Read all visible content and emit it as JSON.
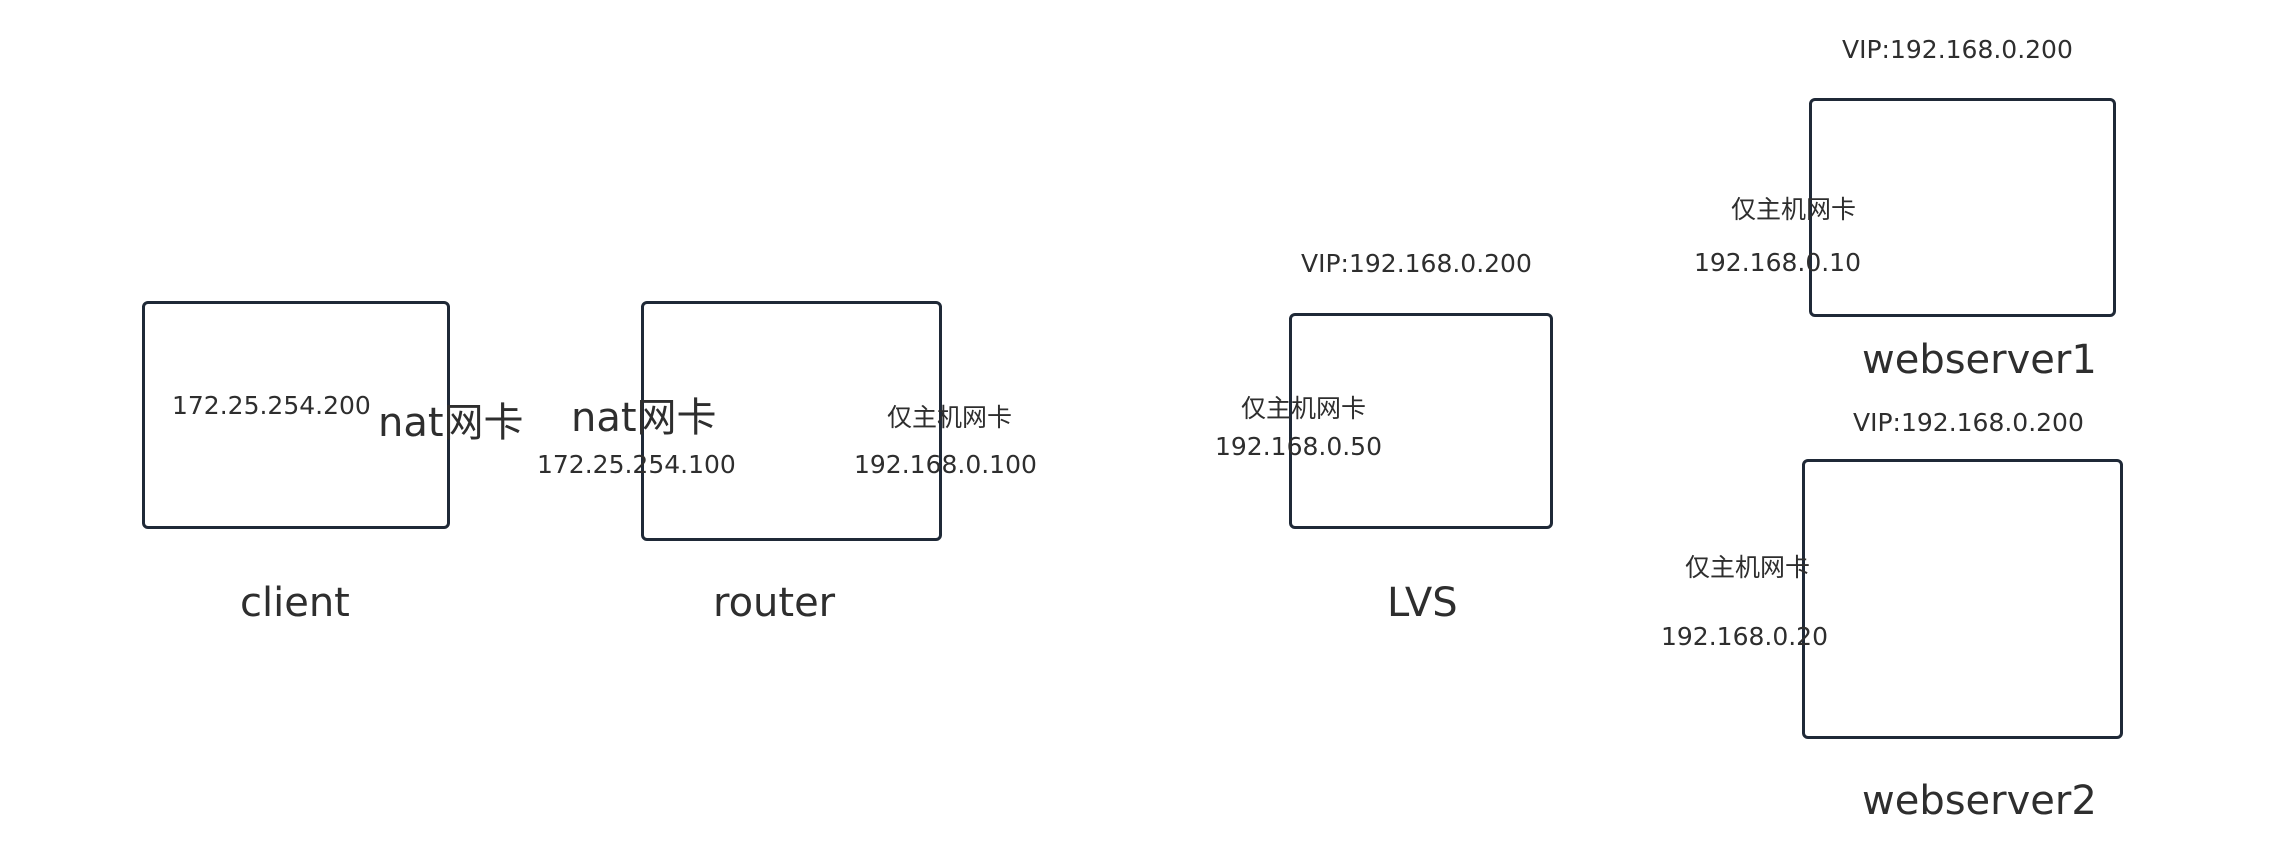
{
  "client": {
    "label": "client",
    "ip": "172.25.254.200",
    "nic": "nat网卡"
  },
  "router": {
    "label": "router",
    "nat_nic": "nat网卡",
    "nat_ip": "172.25.254.100",
    "host_only_nic": "仅主机网卡",
    "host_only_ip": "192.168.0.100"
  },
  "lvs": {
    "label": "LVS",
    "vip": "VIP:192.168.0.200",
    "nic": "仅主机网卡",
    "ip": "192.168.0.50"
  },
  "webserver1": {
    "label": "webserver1",
    "vip": "VIP:192.168.0.200",
    "nic": "仅主机网卡",
    "ip": "192.168.0.10"
  },
  "webserver2": {
    "label": "webserver2",
    "vip": "VIP:192.168.0.200",
    "nic": "仅主机网卡",
    "ip": "192.168.0.20"
  }
}
